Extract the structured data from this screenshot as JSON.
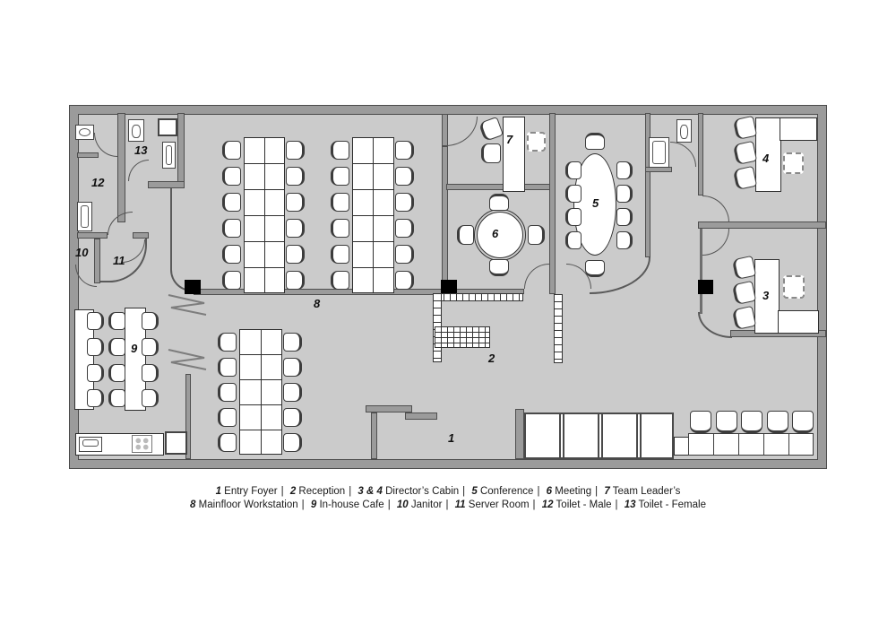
{
  "plan": {
    "rooms": {
      "r1": "1",
      "r2": "2",
      "r3": "3",
      "r4": "4",
      "r5": "5",
      "r6": "6",
      "r7": "7",
      "r8": "8",
      "r9": "9",
      "r10": "10",
      "r11": "11",
      "r12": "12",
      "r13": "13"
    }
  },
  "legend": {
    "separator": "|",
    "items": [
      {
        "num": "1",
        "name": "Entry Foyer"
      },
      {
        "num": "2",
        "name": "Reception"
      },
      {
        "num": "3 & 4",
        "name": "Director’s Cabin"
      },
      {
        "num": "5",
        "name": "Conference"
      },
      {
        "num": "6",
        "name": "Meeting"
      },
      {
        "num": "7",
        "name": "Team Leader’s"
      },
      {
        "num": "8",
        "name": "Mainfloor Workstation"
      },
      {
        "num": "9",
        "name": "In-house Cafe"
      },
      {
        "num": "10",
        "name": "Janitor"
      },
      {
        "num": "11",
        "name": "Server Room"
      },
      {
        "num": "12",
        "name": "Toilet - Male"
      },
      {
        "num": "13",
        "name": "Toilet - Female"
      }
    ]
  },
  "colors": {
    "floor": "#cbcbcb",
    "wall": "#9b9b9b",
    "wall_outline": "#4f4f4f",
    "furniture": "#ffffff",
    "column": "#000000",
    "text": "#101010"
  }
}
